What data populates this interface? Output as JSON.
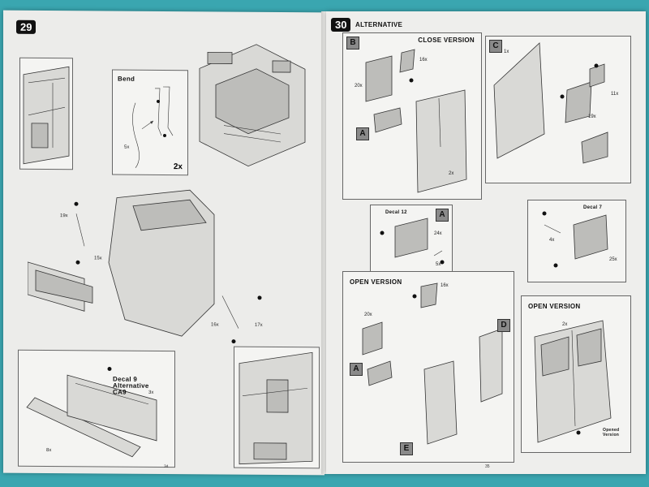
{
  "left_page": {
    "step_number": "29",
    "bend_label": "Bend",
    "bend_qty": "2x",
    "decal_label": "Decal 9",
    "decal_alt": "Alternative",
    "decal_code": "CA9",
    "part_labels": [
      "5x",
      "19x",
      "15x",
      "16x",
      "17x",
      "3x",
      "8x"
    ],
    "page_number": "34"
  },
  "right_page": {
    "step_number": "30",
    "heading": "Alternative",
    "close_version": "Close Version",
    "open_version_1": "Open Version",
    "open_version_2": "Open Version",
    "decal_12": "Decal 12",
    "decal_7": "Decal 7",
    "opened_version": "Opened Version",
    "box_letters": {
      "b": "B",
      "c": "C",
      "a1": "A",
      "a_mid": "A",
      "a2": "A",
      "d": "D",
      "e": "E"
    },
    "part_labels": {
      "b_20x": "20x",
      "b_16x": "16x",
      "b_2x": "2x",
      "c_1x": "1x",
      "c_11x": "11x",
      "c_19x": "19x",
      "a_24x": "24x",
      "a_5x": "5x",
      "r_4x": "4x",
      "r_25x": "25x",
      "o_16x": "16x",
      "o_20x": "20x",
      "o2_2x": "2x"
    },
    "page_number": "35"
  }
}
